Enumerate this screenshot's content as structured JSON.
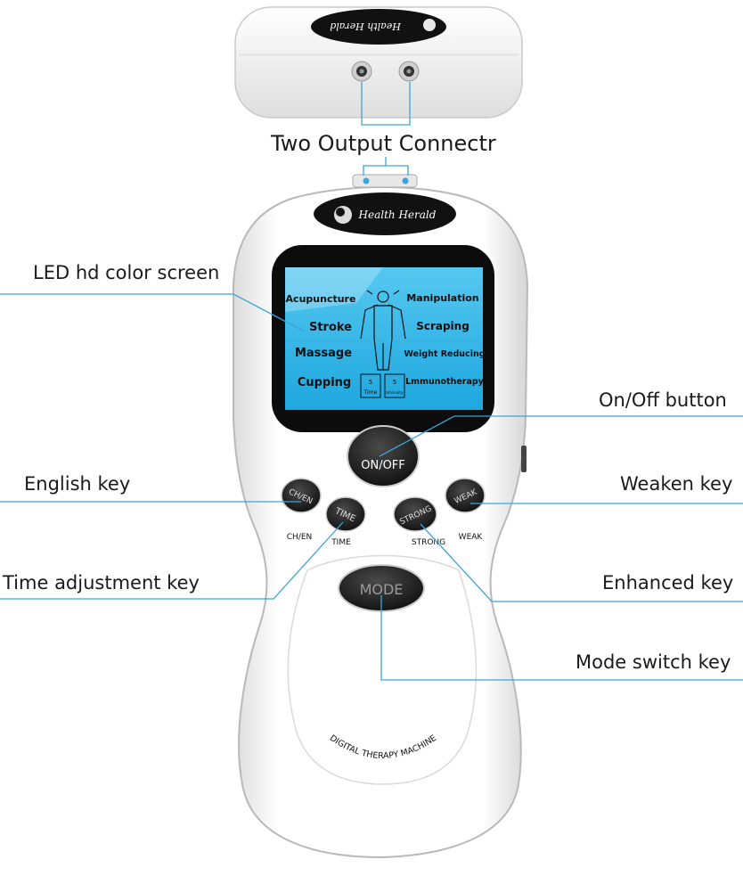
{
  "top_unit": {
    "brand": "Health Herald"
  },
  "device": {
    "brand": "Health Herald",
    "screen": {
      "left_modes": [
        "Acupuncture",
        "Stroke",
        "Massage",
        "Cupping"
      ],
      "right_modes": [
        "Manipulation",
        "Scraping",
        "Weight Reducing",
        "Lmmunotherapy"
      ],
      "time_box": {
        "value": "5",
        "label": "Time"
      },
      "intensity_box": {
        "value": "5",
        "label": "Intensity"
      }
    },
    "buttons": {
      "onoff": "ON/OFF",
      "chen": "CH/EN",
      "chen_caption": "CH/EN",
      "time": "TIME",
      "time_caption": "TIME",
      "strong": "STRONG",
      "strong_caption": "STRONG",
      "weak": "WEAK",
      "weak_caption": "WEAK",
      "mode": "MODE"
    },
    "bottom_text": "DIGITAL THERAPY MACHINE"
  },
  "labels": {
    "output": "Two Output Connectr",
    "led": "LED hd color screen",
    "onoff": "On/Off button",
    "english": "English key",
    "weaken": "Weaken key",
    "time": "Time adjustment key",
    "enhanced": "Enhanced key",
    "mode": "Mode switch key"
  },
  "colors": {
    "accent_line": "#3ea3d8",
    "screen": "#2fb6e8",
    "device_body": "#f4f4f4",
    "button_dark": "#1b1b1b"
  }
}
